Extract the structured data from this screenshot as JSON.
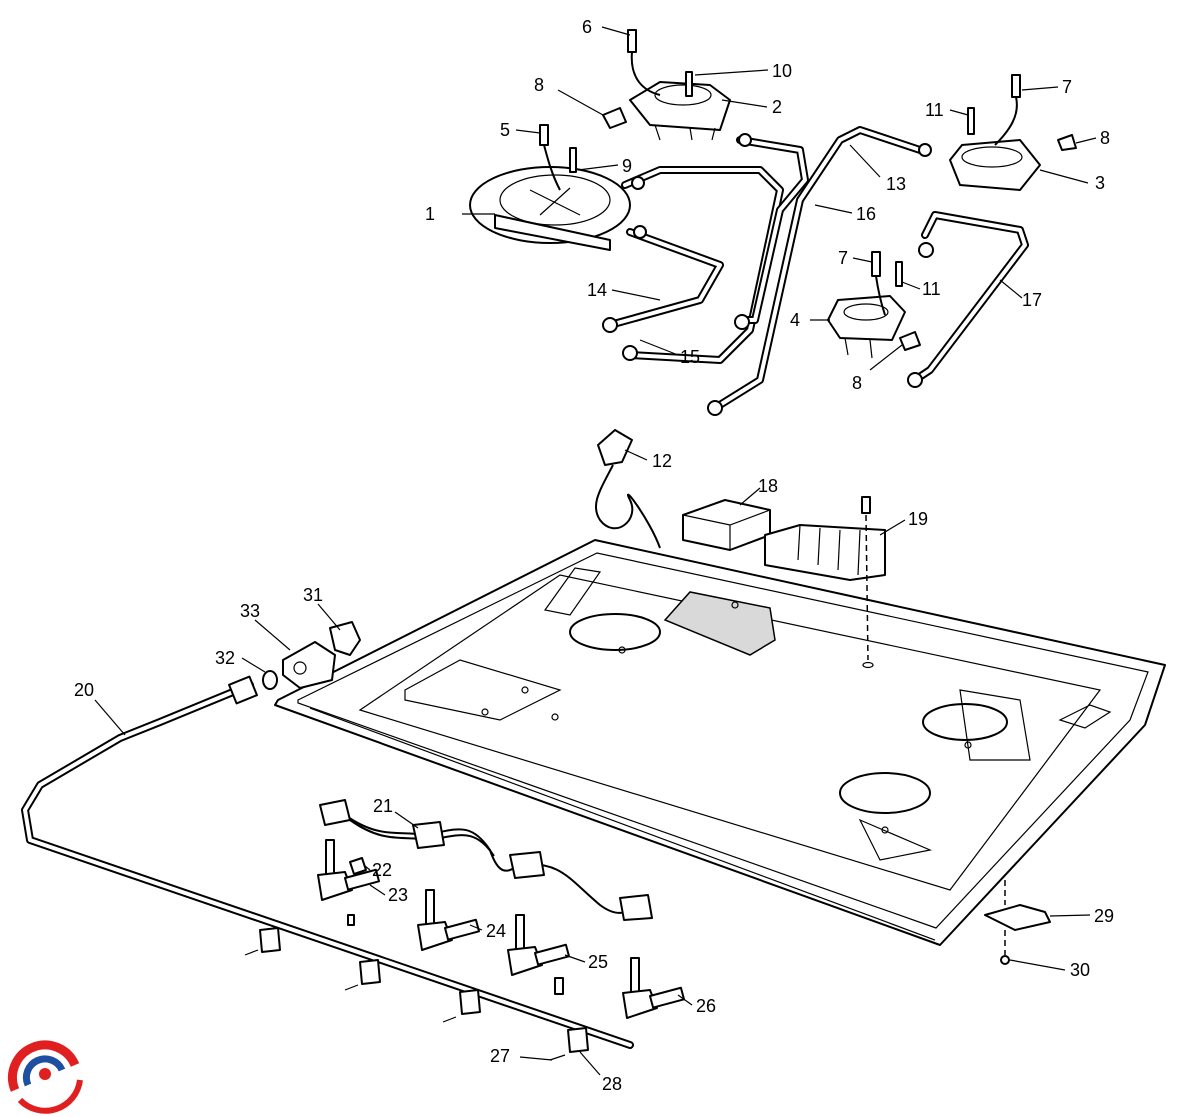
{
  "callouts": [
    "1",
    "2",
    "3",
    "4",
    "5",
    "6",
    "7",
    "7",
    "8",
    "8",
    "8",
    "9",
    "10",
    "11",
    "11",
    "12",
    "13",
    "14",
    "15",
    "16",
    "17",
    "18",
    "19",
    "20",
    "21",
    "22",
    "23",
    "24",
    "25",
    "26",
    "27",
    "28",
    "29",
    "30",
    "31",
    "32",
    "33"
  ],
  "colors": {
    "line": "#000000",
    "background": "#ffffff",
    "logo_red": "#e02020",
    "logo_blue": "#1f4fa0"
  },
  "icons": {
    "logo": "circular-swirl-logo"
  }
}
